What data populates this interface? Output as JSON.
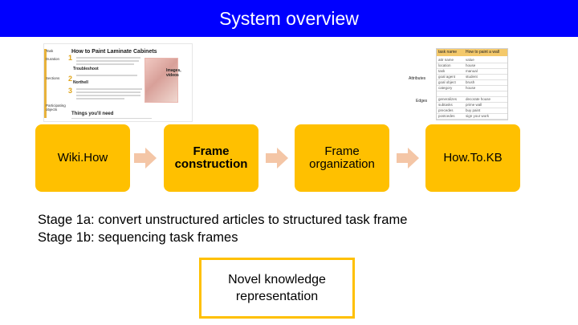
{
  "header": {
    "title": "System overview"
  },
  "article_thumbnail": {
    "title": "How to Paint Laminate Cabinets",
    "side_labels": [
      "Task",
      "Duration",
      "Sections",
      "",
      "Participating objects"
    ],
    "step_numbers": [
      "1",
      "2",
      "3"
    ],
    "labels": [
      "Troubleshoot",
      "Northell",
      "Images, videos"
    ],
    "needs_heading": "Things you'll need"
  },
  "kb_thumbnail": {
    "side_labels": [
      "Attributes",
      "Edges"
    ],
    "header_left": "task name",
    "header_right": "How to paint a wall",
    "rows": [
      [
        "attr name",
        "value"
      ],
      [
        "location",
        "house"
      ],
      [
        "task",
        "manual"
      ],
      [
        "goal agent",
        "student"
      ],
      [
        "goal object",
        "brush"
      ],
      [
        "category",
        "house"
      ],
      [
        "",
        ""
      ],
      [
        "generalizes",
        "decorate house"
      ],
      [
        "subtasks",
        "prime wall"
      ],
      [
        "precedes",
        "buy paint"
      ],
      [
        "postcedes",
        "sign your work"
      ]
    ]
  },
  "flow": {
    "boxes": [
      "Wiki.How",
      "Frame construction",
      "Frame organization",
      "How.To.KB"
    ]
  },
  "colors": {
    "accent": "#ffc000",
    "header_bg": "#0000ff"
  },
  "stages": {
    "line1": "Stage 1a: convert unstructured articles to structured task frame",
    "line2": "Stage 1b: sequencing task frames"
  },
  "novel": {
    "label": "Novel knowledge representation"
  }
}
